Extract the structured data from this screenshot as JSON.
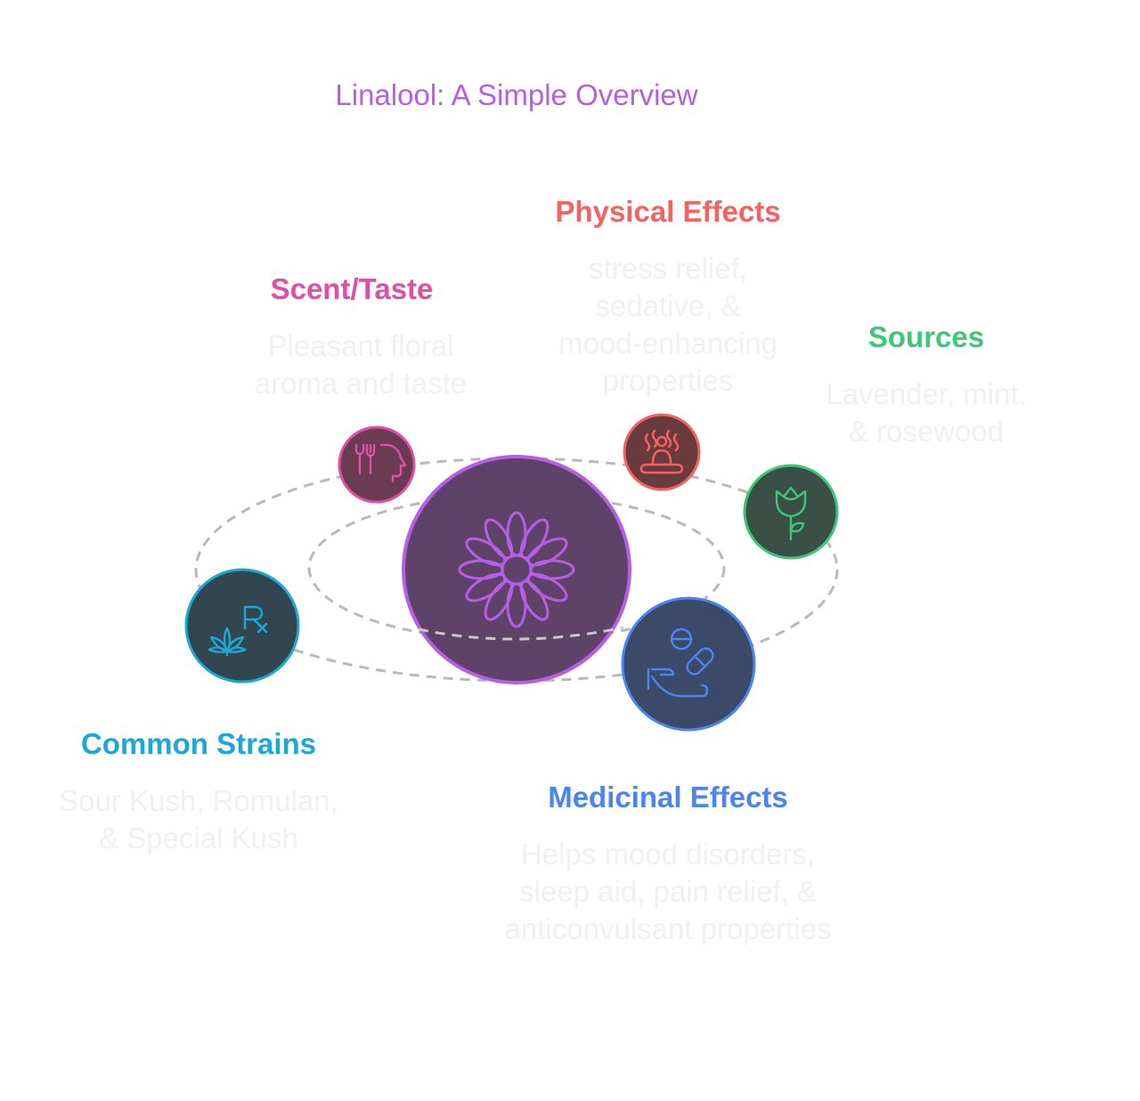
{
  "title": "Linalool: A Simple Overview",
  "center": {
    "icon": "flower-icon",
    "color": "#b65ee6",
    "fill": "#5e4267"
  },
  "nodes": [
    {
      "id": "physical-effects",
      "heading": "Physical Effects",
      "description_lines": [
        "stress relief,",
        "sedative, &",
        "mood-enhancing",
        "properties"
      ],
      "icon": "steam-relax-icon",
      "color": "#f46262",
      "fill": "#6a3b3d"
    },
    {
      "id": "scent-taste",
      "heading": "Scent/Taste",
      "description_lines": [
        "Pleasant floral",
        "aroma and taste"
      ],
      "icon": "head-fork-icon",
      "color": "#e04ea6",
      "fill": "#6a3b52"
    },
    {
      "id": "sources",
      "heading": "Sources",
      "description_lines": [
        "Lavender, mint,",
        "& rosewood"
      ],
      "icon": "rose-icon",
      "color": "#3cc77a",
      "fill": "#3a4f45"
    },
    {
      "id": "common-strains",
      "heading": "Common Strains",
      "description_lines": [
        "Sour Kush, Romulan,",
        "& Special Kush"
      ],
      "icon": "cannabis-rx-icon",
      "color": "#1ca7d8",
      "fill": "#324650"
    },
    {
      "id": "medicinal-effects",
      "heading": "Medicinal Effects",
      "description_lines": [
        "Helps mood disorders,",
        "sleep aid, pain relief, &",
        "anticonvulsant properties"
      ],
      "icon": "pills-hand-icon",
      "color": "#4c84f0",
      "fill": "#3a4a68"
    }
  ]
}
